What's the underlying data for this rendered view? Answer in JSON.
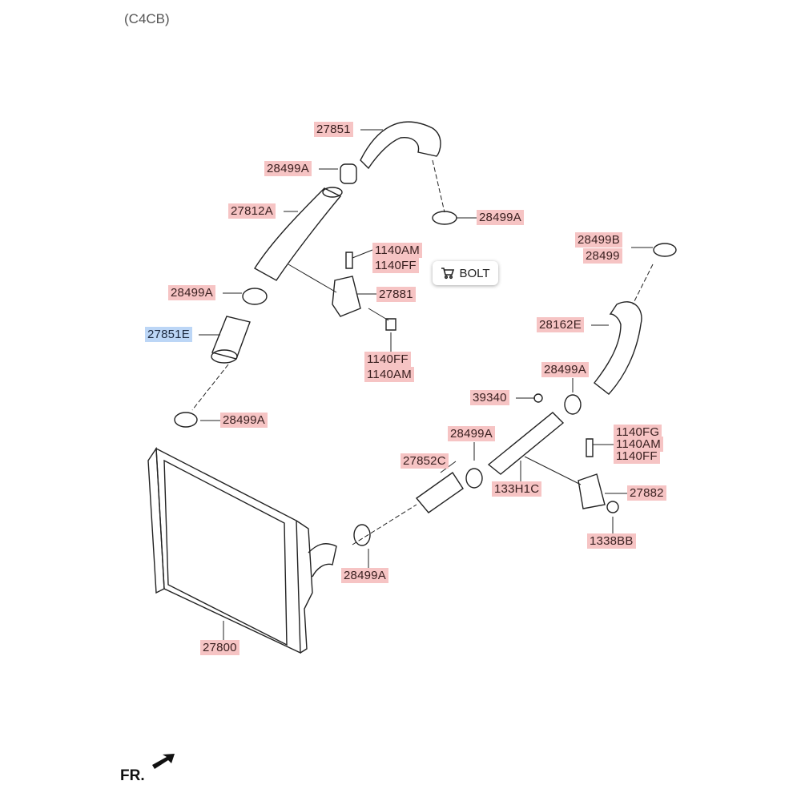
{
  "header": {
    "code": "(C4CB)"
  },
  "direction": {
    "label": "FR."
  },
  "tooltip": {
    "label": "BOLT",
    "icon": "cart-icon"
  },
  "labels": {
    "l27851": "27851",
    "l28499a_1": "28499A",
    "l27812a": "27812A",
    "l28499a_2": "28499A",
    "l1140am_1": "1140AM",
    "l1140ff_hidden": "1140FF",
    "l27881": "27881",
    "l28499a_3": "28499A",
    "l27851e": "27851E",
    "l1140ff_1": "1140FF",
    "l1140am_2": "1140AM",
    "l28499b": "28499B",
    "l28499": "28499",
    "l28162e": "28162E",
    "l28499a_4": "28499A",
    "l39340": "39340",
    "l28499a_5": "28499A",
    "l27852c": "27852C",
    "l133h1c": "133H1C",
    "l1140fg": "1140FG",
    "l1140am_3": "1140AM",
    "l1140ff_2": "1140FF",
    "l27882": "27882",
    "l1338bb": "1338BB",
    "l28499a_6": "28499A",
    "l27800": "27800",
    "l28499a_7": "28499A"
  }
}
